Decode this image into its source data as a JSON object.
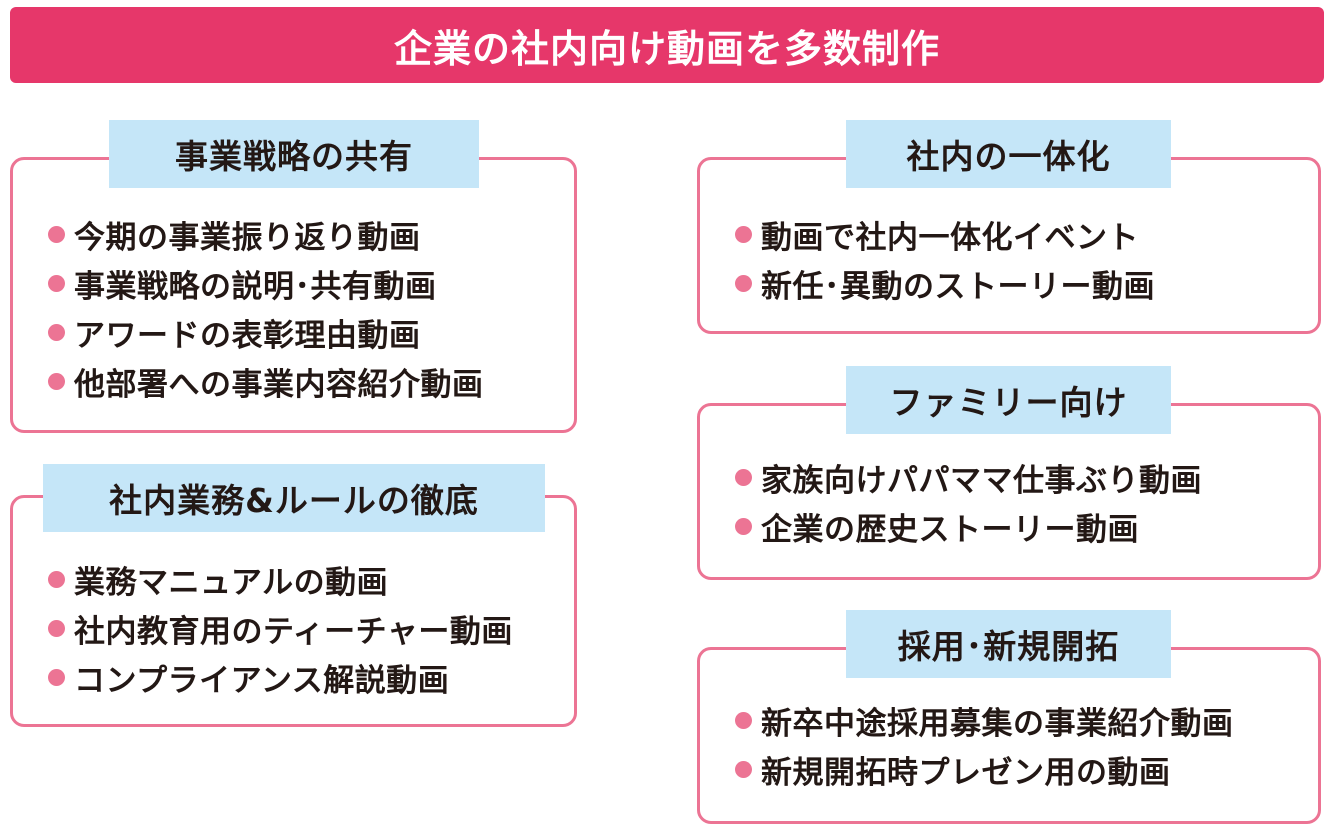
{
  "banner": {
    "title": "企業の社内向け動画を多数制作"
  },
  "colors": {
    "banner": "#e6376a",
    "border": "#ec7494",
    "label_bg": "#c5e6f8",
    "bullet": "#ec7494"
  },
  "sections": {
    "strategy": {
      "title": "事業戦略の共有",
      "items": [
        "今期の事業振り返り動画",
        "事業戦略の説明･共有動画",
        "アワードの表彰理由動画",
        "他部署への事業内容紹介動画"
      ]
    },
    "rules": {
      "title": "社内業務&ルールの徹底",
      "items": [
        "業務マニュアルの動画",
        "社内教育用のティーチャー動画",
        "コンプライアンス解説動画"
      ]
    },
    "unity": {
      "title": "社内の一体化",
      "items": [
        "動画で社内一体化イベント",
        "新任･異動のストーリー動画"
      ]
    },
    "family": {
      "title": "ファミリー向け",
      "items": [
        "家族向けパパママ仕事ぶり動画",
        "企業の歴史ストーリー動画"
      ]
    },
    "recruit": {
      "title": "採用･新規開拓",
      "items": [
        "新卒中途採用募集の事業紹介動画",
        "新規開拓時プレゼン用の動画"
      ]
    }
  }
}
